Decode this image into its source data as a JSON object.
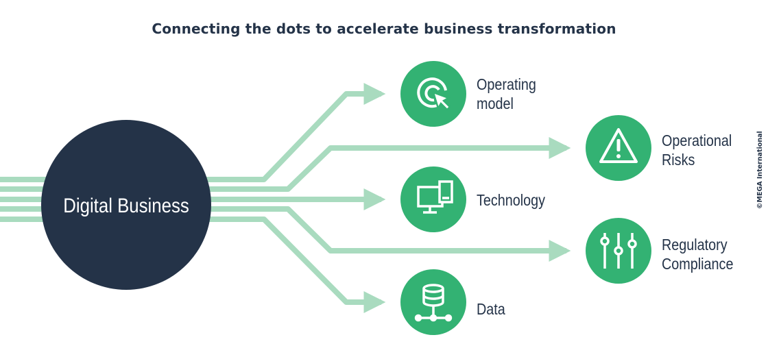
{
  "title": "Connecting the dots to accelerate business transformation",
  "center": {
    "label": "Digital Business"
  },
  "nodes": [
    {
      "id": "operating-model",
      "line1": "Operating",
      "line2": "model",
      "icon": "target-cursor-icon"
    },
    {
      "id": "operational-risks",
      "line1": "Operational",
      "line2": "Risks",
      "icon": "warning-triangle-icon"
    },
    {
      "id": "technology",
      "line1": "Technology",
      "line2": "",
      "icon": "monitor-devices-icon"
    },
    {
      "id": "regulatory-compliance",
      "line1": "Regulatory",
      "line2": "Compliance",
      "icon": "sliders-icon"
    },
    {
      "id": "data",
      "line1": "Data",
      "line2": "",
      "icon": "database-network-icon"
    }
  ],
  "copyright": "©MEGA International",
  "colors": {
    "navy": "#243348",
    "green": "#33b273",
    "line": "#a9dbbf"
  }
}
